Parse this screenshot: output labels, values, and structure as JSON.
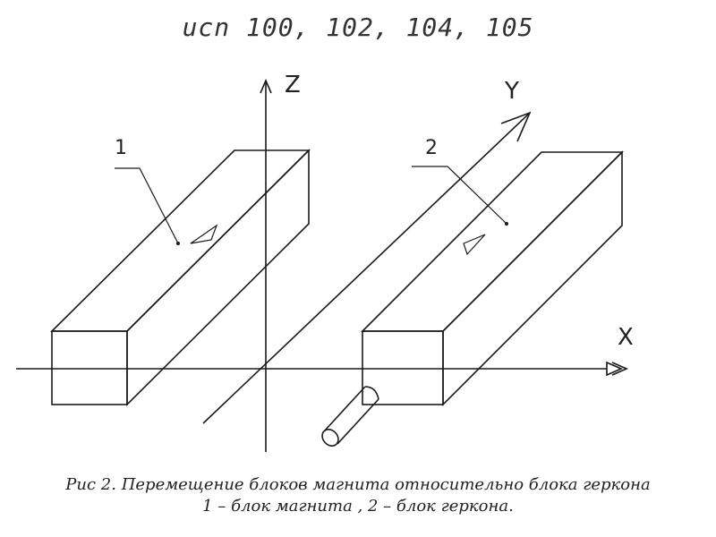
{
  "header": {
    "text": "ucn 100, 102, 104, 105"
  },
  "axes": {
    "x_label": "X",
    "y_label": "Y",
    "z_label": "Z"
  },
  "blocks": [
    {
      "label": "1"
    },
    {
      "label": "2"
    }
  ],
  "caption": {
    "line1": "Рис 2. Перемещение блоков магнита относительно блока геркона",
    "line2": "1 – блок магнита , 2 – блок геркона."
  }
}
